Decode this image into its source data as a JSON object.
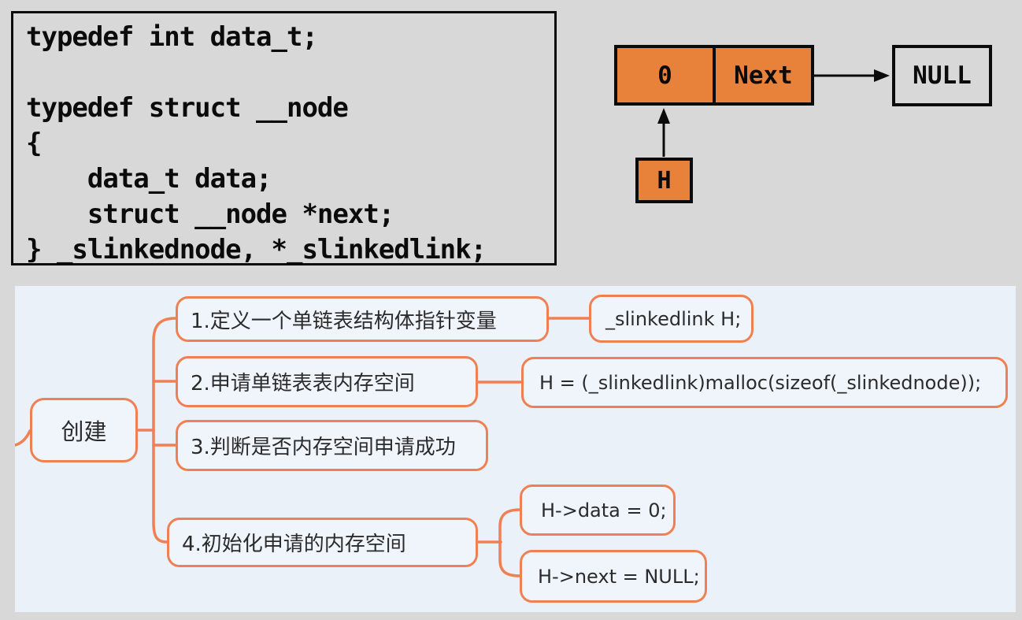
{
  "colors": {
    "page_bg": "#D8D8D8",
    "orange": "#E8823B",
    "coral": "#EF8054",
    "mindmap_bg": "#EAF1F9",
    "node_bg": "#F0F5FC",
    "text": "#2B2B2B"
  },
  "code_block": {
    "lines": [
      "typedef int data_t;",
      "",
      "typedef struct __node",
      "{",
      "    data_t data;",
      "    struct __node *next;",
      "} _slinkednode, *_slinkedlink;"
    ]
  },
  "node_diagram": {
    "data_cell": "0",
    "next_cell": "Next",
    "null_label": "NULL",
    "head_label": "H"
  },
  "mindmap": {
    "root_label": "创建",
    "steps": [
      {
        "label": "1.定义一个单链表结构体指针变量"
      },
      {
        "label": "2.申请单链表表内存空间"
      },
      {
        "label": "3.判断是否内存空间申请成功"
      },
      {
        "label": "4.初始化申请的内存空间"
      }
    ],
    "code_leaves": {
      "step1": "_slinkedlink H;",
      "step2": "H = (_slinkedlink)malloc(sizeof(_slinkednode));",
      "step4a": "H->data = 0;",
      "step4b": "H->next = NULL;"
    }
  }
}
